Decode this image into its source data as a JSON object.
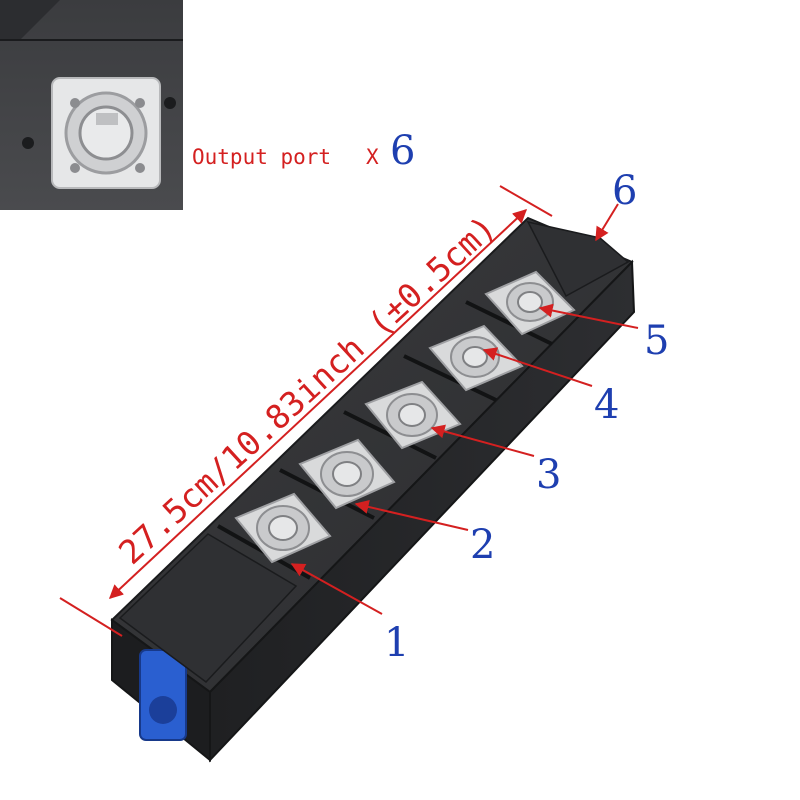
{
  "inset": {
    "caption_text": "Output port",
    "caption_times": "X",
    "caption_count": "6"
  },
  "dimension": {
    "label": "27.5cm/10.83inch (±0.5cm)"
  },
  "ports": [
    {
      "number": "1"
    },
    {
      "number": "2"
    },
    {
      "number": "3"
    },
    {
      "number": "4"
    },
    {
      "number": "5"
    },
    {
      "number": "6"
    }
  ],
  "colors": {
    "arrow": "#d42020",
    "label": "#1e3fb0",
    "housing": "#2a2b2d",
    "connector": "#d9dadb",
    "input_connector": "#2a5fd0"
  }
}
